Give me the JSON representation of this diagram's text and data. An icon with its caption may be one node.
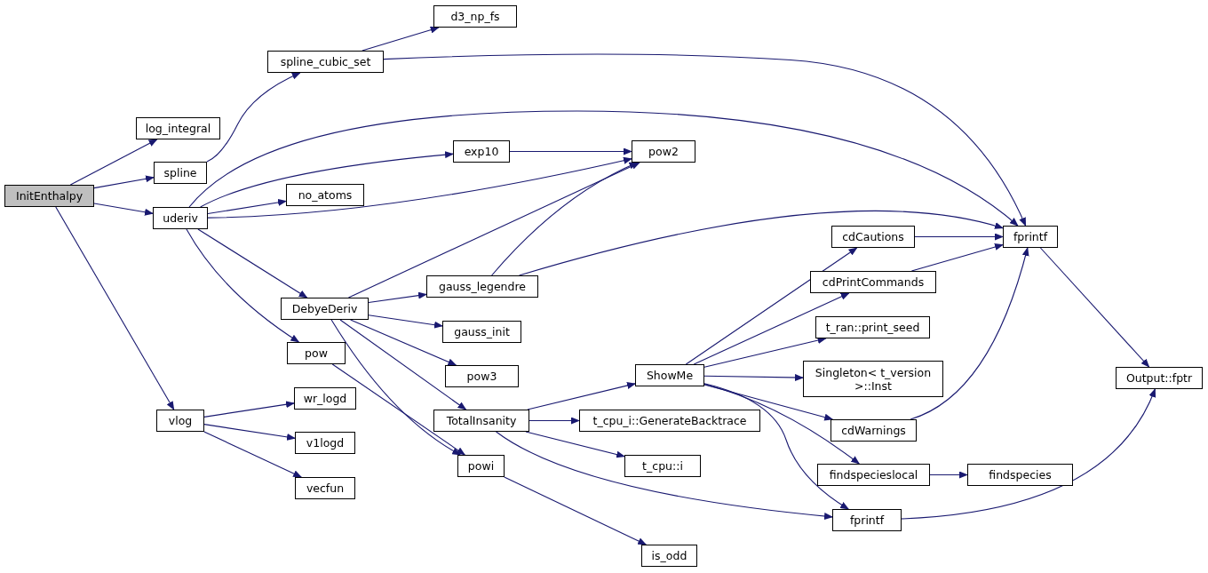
{
  "diagram": {
    "nodes": [
      {
        "text": [
          "InitEnthalpy"
        ]
      },
      {
        "text": [
          "log_integral"
        ]
      },
      {
        "text": [
          "spline"
        ]
      },
      {
        "text": [
          "uderiv"
        ]
      },
      {
        "text": [
          "vlog"
        ]
      },
      {
        "text": [
          "spline_cubic_set"
        ]
      },
      {
        "text": [
          "d3_np_fs"
        ]
      },
      {
        "text": [
          "exp10"
        ]
      },
      {
        "text": [
          "no_atoms"
        ]
      },
      {
        "text": [
          "DebyeDeriv"
        ]
      },
      {
        "text": [
          "pow"
        ]
      },
      {
        "text": [
          "wr_logd"
        ]
      },
      {
        "text": [
          "v1logd"
        ]
      },
      {
        "text": [
          "vecfun"
        ]
      },
      {
        "text": [
          "pow2"
        ]
      },
      {
        "text": [
          "gauss_legendre"
        ]
      },
      {
        "text": [
          "gauss_init"
        ]
      },
      {
        "text": [
          "pow3"
        ]
      },
      {
        "text": [
          "TotalInsanity"
        ]
      },
      {
        "text": [
          "powi"
        ]
      },
      {
        "text": [
          "is_odd"
        ]
      },
      {
        "text": [
          "ShowMe"
        ]
      },
      {
        "text": [
          "t_cpu_i::GenerateBacktrace"
        ]
      },
      {
        "text": [
          "t_cpu::i"
        ]
      },
      {
        "text": [
          "cdCautions"
        ]
      },
      {
        "text": [
          "cdPrintCommands"
        ]
      },
      {
        "text": [
          "t_ran::print_seed"
        ]
      },
      {
        "text": [
          "Singleton< t_version >::Inst"
        ]
      },
      {
        "text": [
          "cdWarnings"
        ]
      },
      {
        "text": [
          "findspecieslocal"
        ]
      },
      {
        "text": [
          "findspecies"
        ]
      },
      {
        "text": [
          "fprintf"
        ]
      },
      {
        "text": [
          "fprintf"
        ]
      },
      {
        "text": [
          "Output::fptr"
        ]
      }
    ],
    "edges": [
      {
        "from": 0,
        "to": 1,
        "arrow": "to"
      },
      {
        "from": 0,
        "to": 2,
        "arrow": "to"
      },
      {
        "from": 0,
        "to": 3,
        "arrow": "to"
      },
      {
        "from": 0,
        "to": 4,
        "arrow": "to"
      },
      {
        "from": 2,
        "to": 5,
        "arrow": "to"
      },
      {
        "from": 5,
        "to": 6,
        "arrow": "to"
      },
      {
        "from": 5,
        "to": 31,
        "arrow": "to"
      },
      {
        "from": 3,
        "to": 31,
        "arrow": "to"
      },
      {
        "from": 3,
        "to": 7,
        "arrow": "to"
      },
      {
        "from": 3,
        "to": 14,
        "arrow": "to"
      },
      {
        "from": 3,
        "to": 8,
        "arrow": "to"
      },
      {
        "from": 3,
        "to": 9,
        "arrow": "to"
      },
      {
        "from": 3,
        "to": 10,
        "arrow": "to"
      },
      {
        "from": 4,
        "to": 11,
        "arrow": "to"
      },
      {
        "from": 4,
        "to": 12,
        "arrow": "to"
      },
      {
        "from": 4,
        "to": 13,
        "arrow": "to"
      },
      {
        "from": 7,
        "to": 14,
        "arrow": "to"
      },
      {
        "from": 9,
        "to": 14,
        "arrow": "to"
      },
      {
        "from": 9,
        "to": 15,
        "arrow": "to"
      },
      {
        "from": 9,
        "to": 16,
        "arrow": "to"
      },
      {
        "from": 9,
        "to": 17,
        "arrow": "to"
      },
      {
        "from": 9,
        "to": 18,
        "arrow": "to"
      },
      {
        "from": 9,
        "to": 19,
        "arrow": "to"
      },
      {
        "from": 15,
        "to": 14,
        "arrow": "to"
      },
      {
        "from": 15,
        "to": 31,
        "arrow": "to"
      },
      {
        "from": 10,
        "to": 19,
        "arrow": "to"
      },
      {
        "from": 19,
        "to": 20,
        "arrow": "to"
      },
      {
        "from": 18,
        "to": 21,
        "arrow": "to"
      },
      {
        "from": 18,
        "to": 22,
        "arrow": "to"
      },
      {
        "from": 18,
        "to": 23,
        "arrow": "to"
      },
      {
        "from": 18,
        "to": 32,
        "arrow": "to"
      },
      {
        "from": 21,
        "to": 24,
        "arrow": "to"
      },
      {
        "from": 21,
        "to": 25,
        "arrow": "to"
      },
      {
        "from": 21,
        "to": 26,
        "arrow": "to"
      },
      {
        "from": 21,
        "to": 27,
        "arrow": "to"
      },
      {
        "from": 21,
        "to": 28,
        "arrow": "to"
      },
      {
        "from": 21,
        "to": 29,
        "arrow": "to"
      },
      {
        "from": 21,
        "to": 32,
        "arrow": "to"
      },
      {
        "from": 24,
        "to": 31,
        "arrow": "to"
      },
      {
        "from": 25,
        "to": 31,
        "arrow": "to"
      },
      {
        "from": 28,
        "to": 31,
        "arrow": "to"
      },
      {
        "from": 29,
        "to": 30,
        "arrow": "to"
      },
      {
        "from": 31,
        "to": 33,
        "arrow": "to"
      },
      {
        "from": 32,
        "to": 33,
        "arrow": "to"
      }
    ]
  }
}
